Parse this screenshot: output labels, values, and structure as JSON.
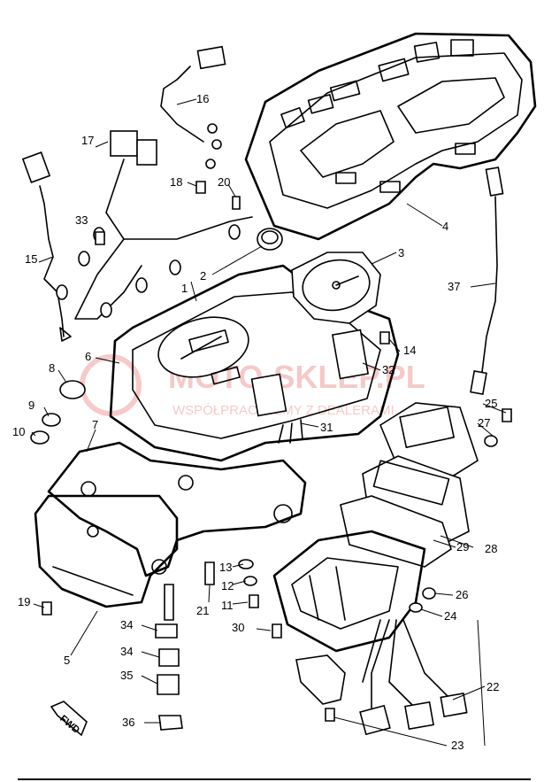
{
  "watermark": {
    "brand": "MOTO-SKLEP.PL",
    "tagline": "WSPÓŁPRACUJEMY Z DEALERAMI",
    "color": "#e8a0a0"
  },
  "direction_arrow": {
    "label": "FWD"
  },
  "callouts": {
    "c1": "1",
    "c2": "2",
    "c3": "3",
    "c4": "4",
    "c5": "5",
    "c6": "6",
    "c7": "7",
    "c8": "8",
    "c9": "9",
    "c10": "10",
    "c11": "11",
    "c12": "12",
    "c13": "13",
    "c14": "14",
    "c15": "15",
    "c16": "16",
    "c17": "17",
    "c18": "18",
    "c19": "19",
    "c20": "20",
    "c21": "21",
    "c22": "22",
    "c23": "23",
    "c24": "24",
    "c25": "25",
    "c26": "26",
    "c27": "27",
    "c28": "28",
    "c29": "29",
    "c30": "30",
    "c31": "31",
    "c32": "32",
    "c33": "33",
    "c34a": "34",
    "c34b": "34",
    "c35": "35",
    "c36": "36",
    "c37": "37"
  }
}
